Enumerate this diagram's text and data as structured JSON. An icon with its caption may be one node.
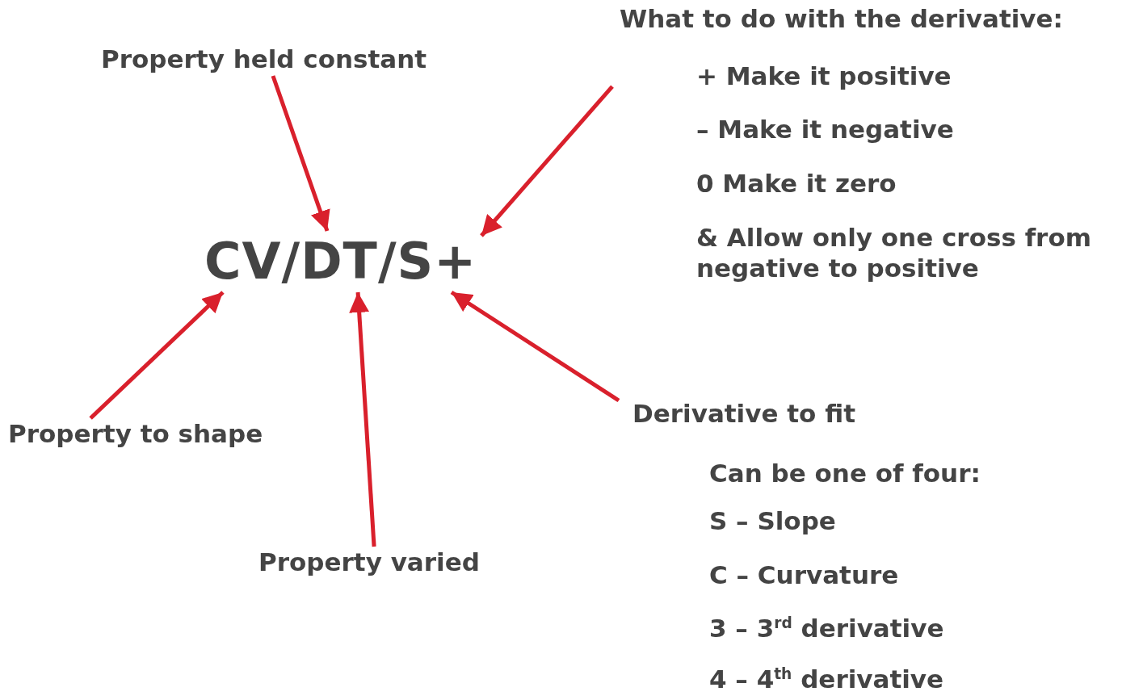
{
  "diagram": {
    "nodes": [
      {
        "text": [
          "CV/DT/S+"
        ]
      },
      {
        "text": [
          "Property held constant"
        ]
      },
      {
        "text": [
          "What to do with the derivative:",
          "+ Make it positive",
          "– Make it negative",
          "0 Make it zero",
          "& Allow only one cross from negative to positive"
        ]
      },
      {
        "text": [
          "Property to shape"
        ]
      },
      {
        "text": [
          "Property varied"
        ]
      },
      {
        "text": [
          "Derivative to fit",
          "Can be one of four:",
          "S – Slope",
          "C – Curvature",
          "3 – 3$^{rd}$ derivative",
          "4 – 4$^{th}$ derivative"
        ]
      }
    ],
    "edges": [
      {
        "from": 1,
        "to": 0,
        "arrow": "to"
      },
      {
        "from": 2,
        "to": 0,
        "arrow": "to"
      },
      {
        "from": 3,
        "to": 0,
        "arrow": "to"
      },
      {
        "from": 4,
        "to": 0,
        "arrow": "to"
      },
      {
        "from": 5,
        "to": 0,
        "arrow": "to"
      }
    ]
  }
}
